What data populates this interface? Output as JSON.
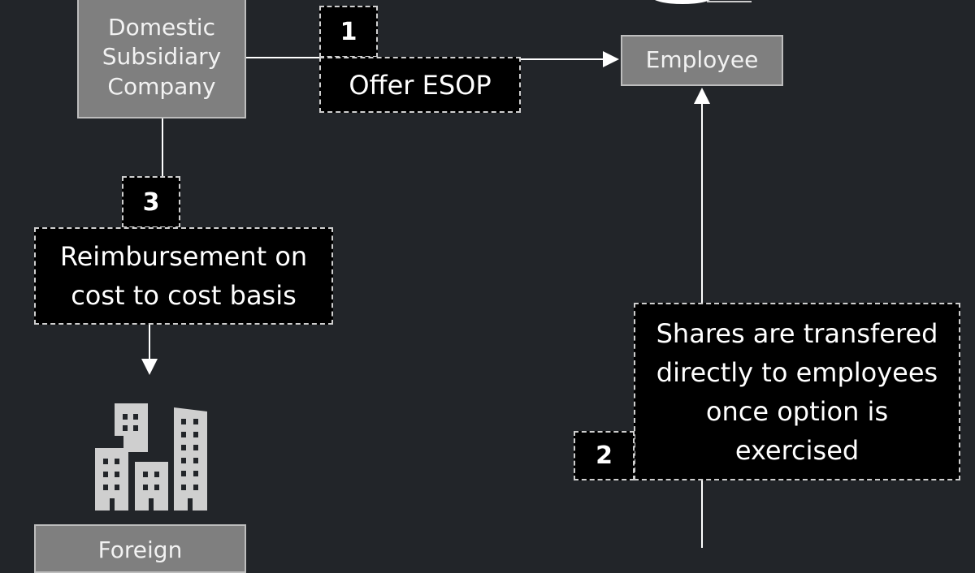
{
  "nodes": {
    "domestic": "Domestic Subsidiary Company",
    "employee": "Employee",
    "foreign": "Foreign"
  },
  "steps": [
    {
      "number": "1",
      "label": "Offer ESOP"
    },
    {
      "number": "2",
      "label": "Shares are transfered directly to employees once option is exercised"
    },
    {
      "number": "3",
      "label": "Reimbursement on cost to cost basis"
    }
  ]
}
